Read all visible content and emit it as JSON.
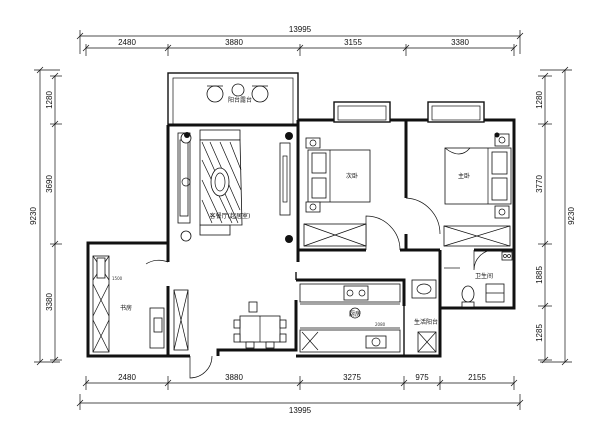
{
  "dimensions": {
    "top_total": "13995",
    "top_segments": [
      "2480",
      "3880",
      "3155",
      "3380"
    ],
    "bottom_segments": [
      "2480",
      "3880",
      "3275",
      "975",
      "2155"
    ],
    "bottom_total": "13995",
    "left_total": "9230",
    "left_segments": [
      "1280",
      "3690",
      "3380"
    ],
    "right_total": "9230",
    "right_segments": [
      "1280",
      "3770",
      "1885",
      "1285"
    ]
  },
  "rooms": {
    "balcony": "阳台露台",
    "living": "客餐厅(起居室)",
    "bedroom2": "次卧",
    "master": "主卧",
    "study": "书房",
    "kitchen": "厨房",
    "bathroom": "卫生间",
    "utility": "生活阳台"
  },
  "colors": {
    "line": "#111111",
    "background": "#ffffff"
  }
}
